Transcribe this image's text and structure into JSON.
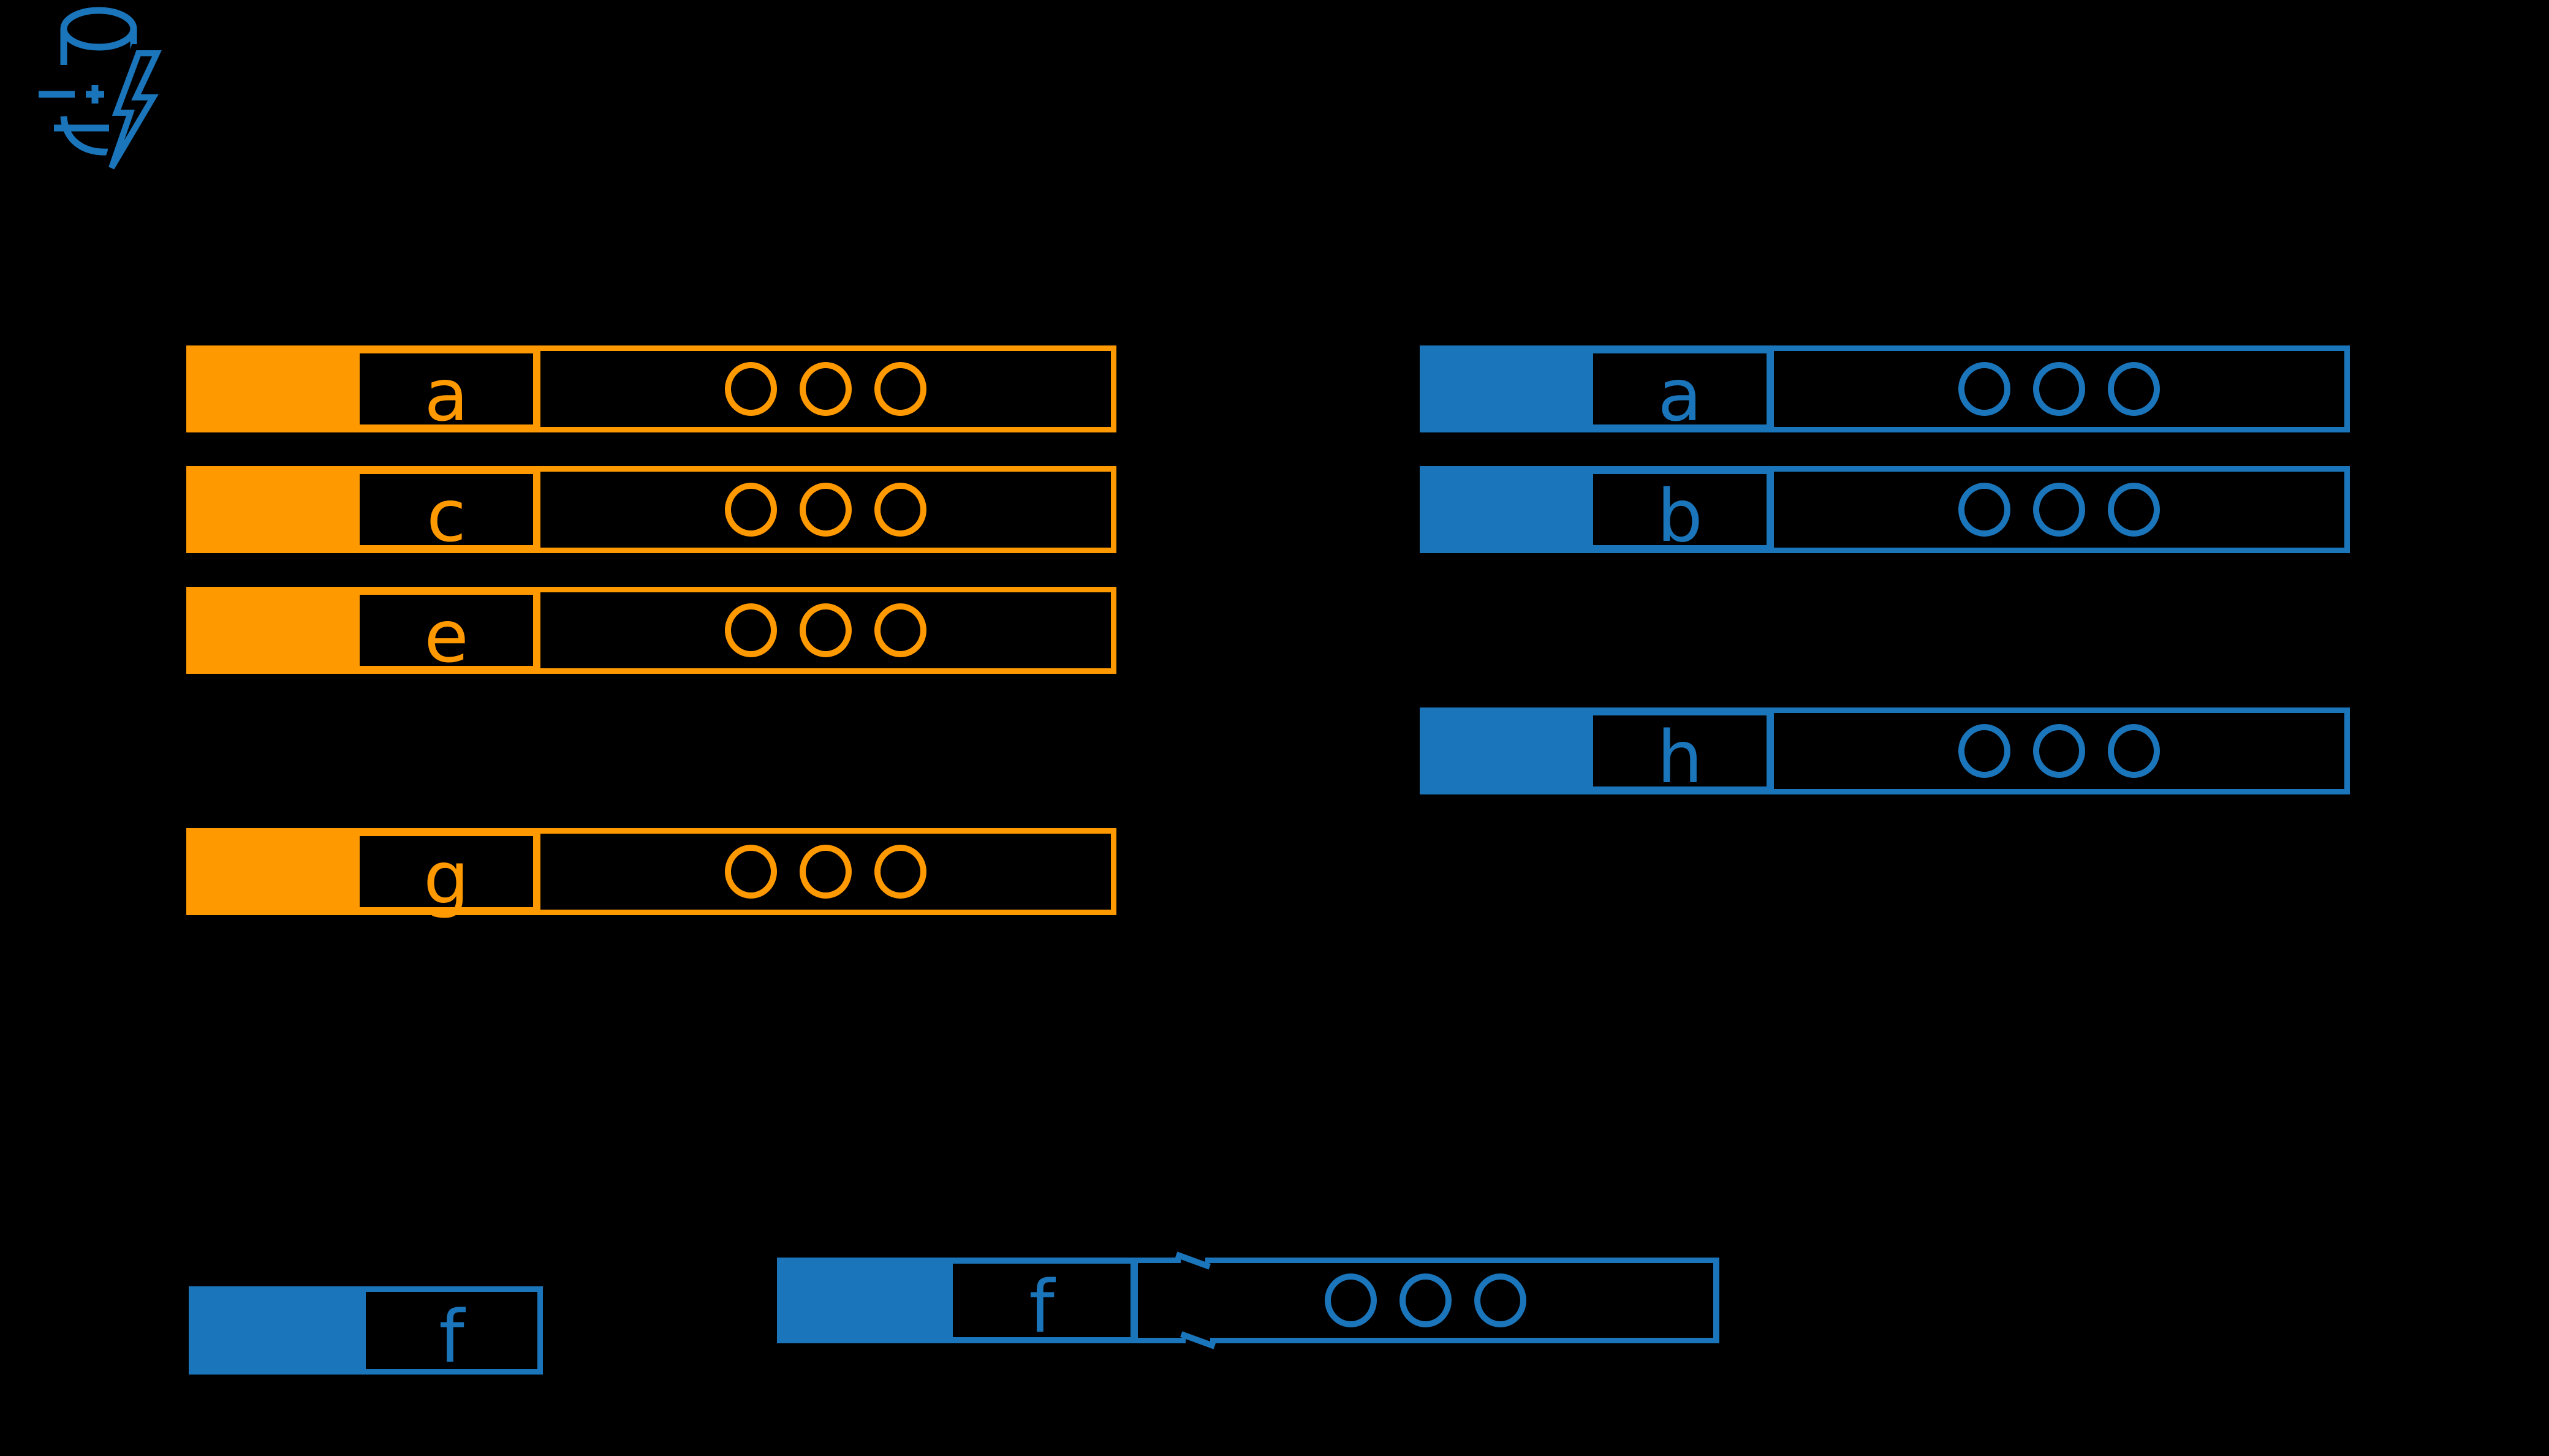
{
  "colors": {
    "orange": "#FF9900",
    "blue": "#1B75BB",
    "background": "#000000"
  },
  "icon": {
    "name": "database-with-lightning-bolt",
    "color": "#1B75BB"
  },
  "dots_per_row": 3,
  "groups": {
    "left": {
      "color": "orange",
      "rows": [
        {
          "key": "a",
          "slot": 0
        },
        {
          "key": "c",
          "slot": 1
        },
        {
          "key": "e",
          "slot": 2
        },
        {
          "key": "g",
          "slot": 4
        }
      ]
    },
    "right": {
      "color": "blue",
      "rows": [
        {
          "key": "a",
          "slot": 0
        },
        {
          "key": "b",
          "slot": 1
        },
        {
          "key": "h",
          "slot": 3
        }
      ]
    }
  },
  "bottom": {
    "small_row": {
      "key": "f",
      "color": "blue",
      "has_values": false
    },
    "large_row": {
      "key": "f",
      "color": "blue",
      "has_values": true,
      "truncated": true
    }
  }
}
